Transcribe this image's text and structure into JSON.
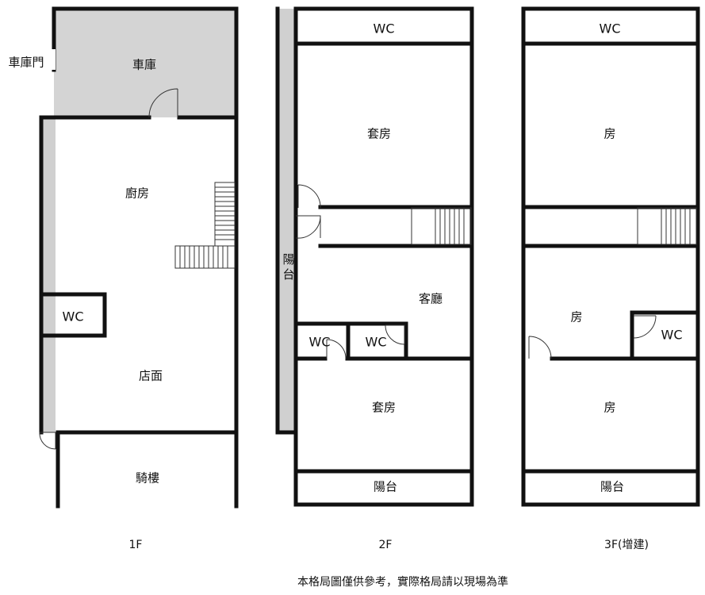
{
  "floors": {
    "f1": {
      "label": "1F",
      "rooms": {
        "garage_door": "車庫門",
        "garage": "車庫",
        "kitchen": "廚房",
        "wc": "WC",
        "shop": "店面",
        "arcade": "騎樓"
      }
    },
    "f2": {
      "label": "2F",
      "rooms": {
        "wc_top": "WC",
        "suite_top": "套房",
        "balcony_side": "陽台",
        "living": "客廳",
        "wc_left": "WC",
        "wc_right": "WC",
        "suite_bottom": "套房",
        "balcony_bottom": "陽台"
      }
    },
    "f3": {
      "label": "3F(增建)",
      "rooms": {
        "wc_top": "WC",
        "room_top": "房",
        "room_middle": "房",
        "wc_middle": "WC",
        "room_bottom": "房",
        "balcony_bottom": "陽台"
      }
    }
  },
  "note": "本格局圖僅供參考，實際格局請以現場為準",
  "colors": {
    "wall": "#111111",
    "garage_fill": "#d4d4d4",
    "corridor_fill": "#d0d0d0"
  }
}
